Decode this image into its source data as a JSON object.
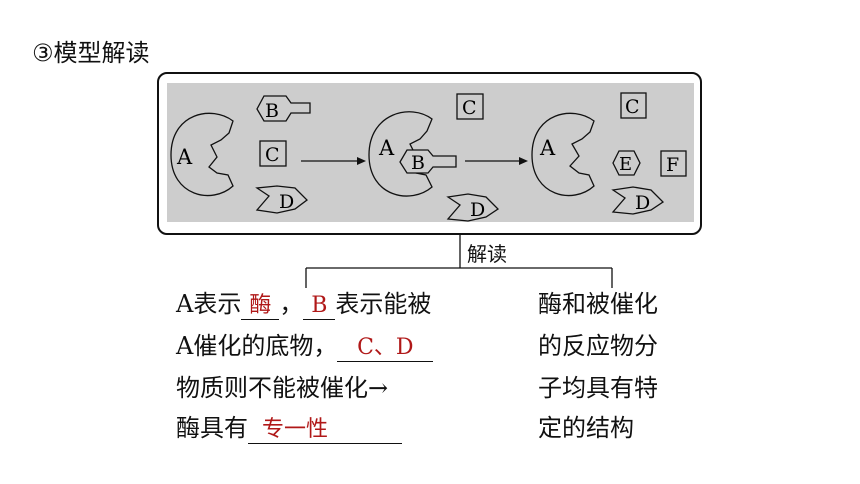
{
  "heading": "③模型解读",
  "diagram": {
    "stage1": {
      "enzyme": "A",
      "molecules": [
        "B",
        "C",
        "D"
      ]
    },
    "stage2": {
      "enzyme": "A",
      "bound": "B",
      "molecules": [
        "C",
        "D"
      ]
    },
    "stage3": {
      "enzyme": "A",
      "molecules": [
        "C",
        "E",
        "F",
        "D"
      ]
    }
  },
  "interpretation_label": "解读",
  "left_text": {
    "line1_prefix": "A表示",
    "answer_a": "酶",
    "comma": "，",
    "answer_b": "B",
    "line1_suffix": "表示能被",
    "line2_prefix": "A催化的底物，",
    "answer_cd": "C、D",
    "line3": "物质则不能被催化→",
    "line4_prefix": "酶具有",
    "answer_specificity": "专一性"
  },
  "right_text": {
    "line1": "酶和被催化",
    "line2": "的反应物分",
    "line3": "子均具有特",
    "line4": "定的结构"
  },
  "colors": {
    "answer": "#b01818",
    "panel_bg": "#cdcdcd",
    "line": "#111111"
  }
}
